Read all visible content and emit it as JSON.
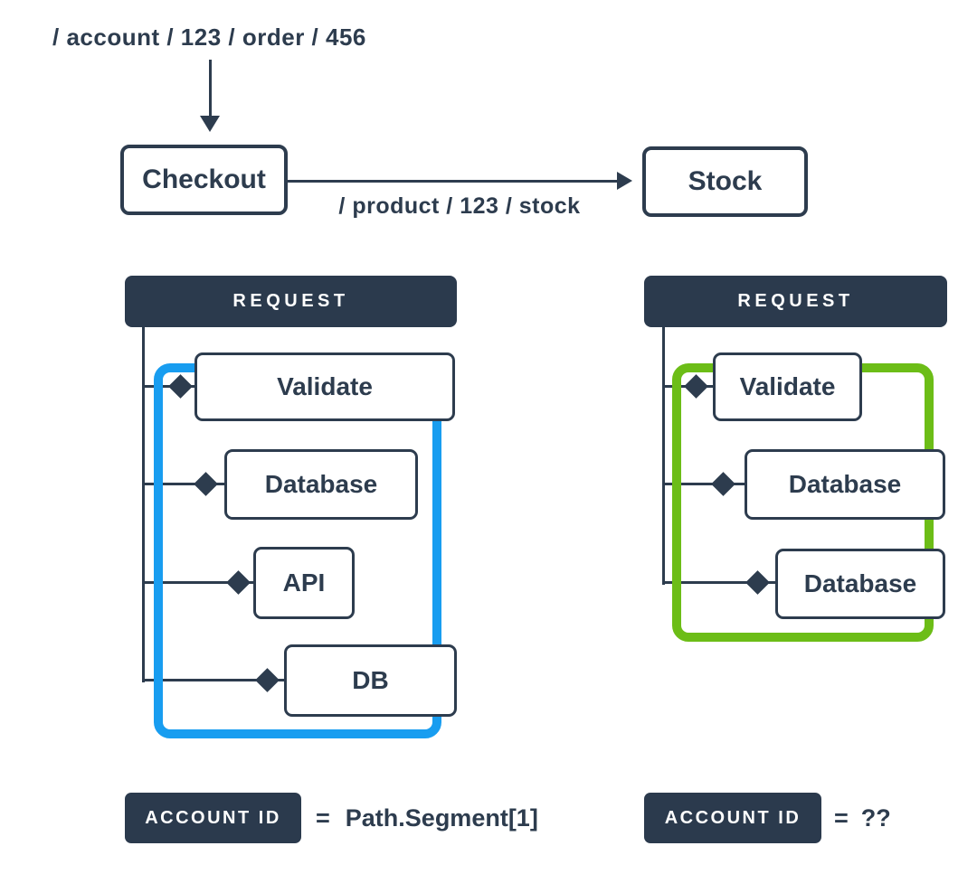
{
  "colors": {
    "navy": "#2d3c4e",
    "panel_dark": "#2b3a4d",
    "highlight_blue": "#189df0",
    "highlight_green": "#6cbd17",
    "node_fill": "#ffffff",
    "background": "#ffffff"
  },
  "header_flow": {
    "incoming_path": "/ account / 123 / order / 456",
    "checkout_label": "Checkout",
    "outgoing_path": "/ product / 123 / stock",
    "stock_label": "Stock"
  },
  "panels": {
    "left": {
      "header": "REQUEST",
      "highlight_color": "#189df0",
      "nodes": [
        "Validate",
        "Database",
        "API",
        "DB"
      ]
    },
    "right": {
      "header": "REQUEST",
      "highlight_color": "#6cbd17",
      "nodes": [
        "Validate",
        "Database",
        "Database"
      ]
    }
  },
  "footer": {
    "left": {
      "badge": "ACCOUNT ID",
      "equals": "=",
      "value": "Path.Segment[1]"
    },
    "right": {
      "badge": "ACCOUNT ID",
      "equals": "=",
      "value": "??"
    }
  }
}
